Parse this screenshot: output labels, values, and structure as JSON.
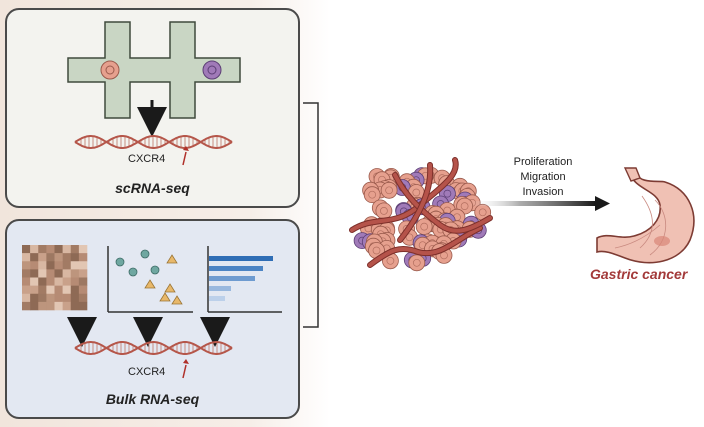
{
  "panels": {
    "top": {
      "title": "scRNA-seq",
      "gene_label": "CXCR4"
    },
    "bottom": {
      "title": "Bulk RNA-seq",
      "gene_label": "CXCR4"
    }
  },
  "phenotypes": [
    "Proliferation",
    "Migration",
    "Invasion"
  ],
  "outcome": {
    "label": "Gastric cancer"
  },
  "colors": {
    "dna": "#b5564a",
    "up_arrow": "#b0302a",
    "cell_pink": "#e6a08e",
    "cell_purple": "#a07ab8",
    "channel": "#c9d6c4",
    "bar_blue": "#2f6db5",
    "scatter_teal": "#6fa7a1",
    "scatter_orange": "#e8b86a",
    "stomach": "#f0c1b4",
    "cancer_text": "#a33a3a"
  },
  "icons": [
    "microfluidic-chip-icon",
    "dna-helix-icon",
    "heatmap-icon",
    "scatter-plot-icon",
    "bar-chart-icon",
    "tumor-cluster-icon",
    "stomach-icon"
  ]
}
